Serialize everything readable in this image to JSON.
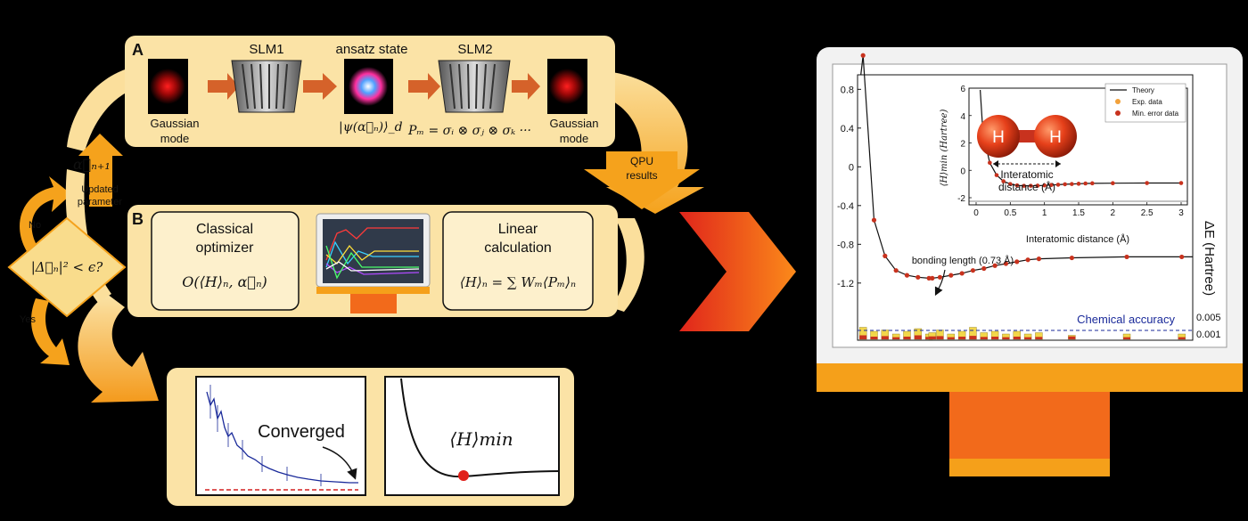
{
  "panel_a": {
    "letter": "A",
    "slm1": "SLM1",
    "ansatz": "ansatz state",
    "slm2": "SLM2",
    "gaussian_in_1": "Gaussian",
    "gaussian_in_2": "mode",
    "gaussian_out_1": "Gaussian",
    "gaussian_out_2": "mode",
    "psi": "|ψ(α⃗ₙ)⟩_d",
    "pm": "Pₘ = σᵢ ⊗ σⱼ ⊗ σₖ ···"
  },
  "panel_b": {
    "letter": "B",
    "optimizer_1": "Classical",
    "optimizer_2": "optimizer",
    "optimizer_formula": "O(⟨H⟩ₙ, α⃗ₙ)",
    "linear_1": "Linear",
    "linear_2": "calculation",
    "linear_formula": "⟨H⟩ₙ = ∑ Wₘ⟨Pₘ⟩ₙ"
  },
  "loop": {
    "alpha_next": "α⃗ₙ₊₁",
    "updated_1": "Updated",
    "updated_2": "parameter",
    "qpu_1": "QPU",
    "qpu_2": "results",
    "condition": "|Δ⃗ₙ|² < ϵ?",
    "no": "No",
    "yes": "Yes"
  },
  "bottom": {
    "converged": "Converged",
    "hmin": "⟨H⟩min"
  },
  "colors": {
    "panel": "#fbe3a6",
    "arrow": "#d5622a",
    "stand": "#f5a01a",
    "stand_dark": "#f26a1b",
    "point": "#c8321e",
    "bar_yellow": "#f2d64a"
  },
  "chart_data": [
    {
      "type": "line",
      "ylabel": "ΔE (Hartree)",
      "y_ticks": [
        "0.8",
        "0.4",
        "0",
        "-0.4",
        "-0.8",
        "-1.2"
      ],
      "ylim": [
        -1.45,
        0.95
      ],
      "right_ticks": [
        "0.005",
        "0.001"
      ],
      "annotation_bond": "bonding length (0.73 Å)",
      "annotation_accuracy": "Chemical accuracy",
      "x": [
        0.1,
        0.2,
        0.3,
        0.4,
        0.5,
        0.6,
        0.7,
        0.73,
        0.8,
        0.9,
        1.0,
        1.1,
        1.2,
        1.3,
        1.4,
        1.5,
        1.6,
        1.7,
        2.0,
        2.5,
        3.0
      ],
      "series": [
        {
          "values": [
            1.15,
            -0.55,
            -0.92,
            -1.07,
            -1.12,
            -1.14,
            -1.15,
            -1.15,
            -1.14,
            -1.12,
            -1.1,
            -1.07,
            -1.05,
            -1.02,
            -1.0,
            -0.98,
            -0.96,
            -0.95,
            -0.94,
            -0.93,
            -0.93
          ]
        }
      ],
      "error_bars_yellow": [
        0.0045,
        0.003,
        0.0035,
        0.002,
        0.003,
        0.004,
        0.002,
        0.0025,
        0.0035,
        0.002,
        0.003,
        0.0045,
        0.0025,
        0.003,
        0.002,
        0.003,
        0.002,
        0.0025,
        0.0015,
        0.002,
        0.002
      ],
      "error_bars_red": [
        0.0015,
        0.001,
        0.0012,
        0.0008,
        0.001,
        0.0015,
        0.0009,
        0.0011,
        0.0012,
        0.0008,
        0.001,
        0.0013,
        0.0009,
        0.001,
        0.0008,
        0.001,
        0.0008,
        0.0009,
        0.0011,
        0.0008,
        0.0008
      ]
    },
    {
      "type": "line",
      "xlabel": "Interatomic distance (Å)",
      "ylabel": "⟨H⟩min (Hartree)",
      "x_ticks": [
        "0",
        "0.5",
        "1",
        "1.5",
        "2",
        "2.5",
        "3"
      ],
      "y_ticks": [
        "6",
        "4",
        "2",
        "0",
        "-2"
      ],
      "xlim": [
        0,
        3
      ],
      "ylim": [
        -2,
        6
      ],
      "legend": [
        "Theory",
        "Exp. data",
        "Min. error data"
      ],
      "molecule_h1": "H",
      "molecule_h2": "H",
      "distance_1": "Interatomic",
      "distance_2": "distance (Å)",
      "x": [
        0.1,
        0.2,
        0.3,
        0.4,
        0.5,
        0.6,
        0.7,
        0.8,
        0.9,
        1.0,
        1.1,
        1.2,
        1.3,
        1.4,
        1.5,
        1.6,
        1.7,
        2.0,
        2.5,
        3.0
      ],
      "series": [
        {
          "values": [
            2.7,
            0.55,
            -0.35,
            -0.8,
            -1.0,
            -1.1,
            -1.13,
            -1.13,
            -1.12,
            -1.1,
            -1.07,
            -1.05,
            -1.02,
            -1.0,
            -0.98,
            -0.96,
            -0.95,
            -0.94,
            -0.93,
            -0.93
          ]
        }
      ]
    }
  ]
}
